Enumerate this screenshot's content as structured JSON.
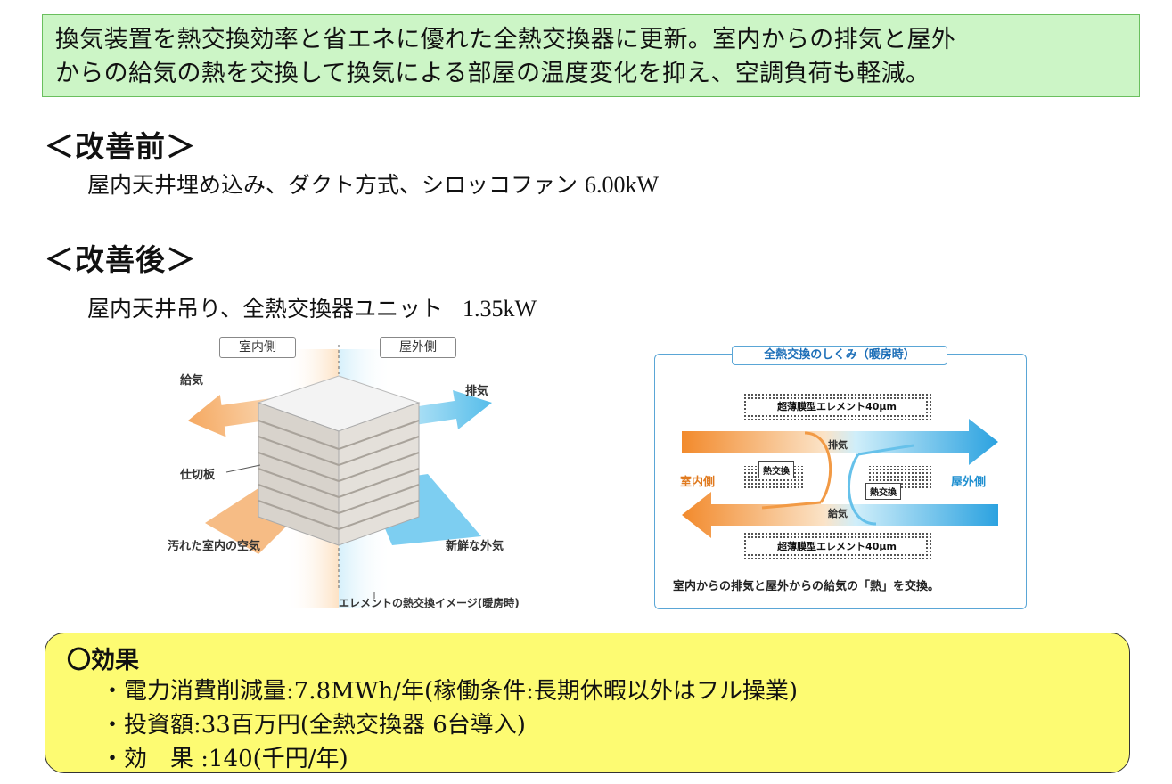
{
  "intro": {
    "line1": "換気装置を熱交換効率と省エネに優れた全熱交換器に更新。室内からの排気と屋外",
    "line2": "からの給気の熱を交換して換気による部屋の温度変化を抑え、空調負荷も軽減。"
  },
  "before": {
    "heading": "＜改善前＞",
    "desc": "屋内天井埋め込み、ダクト方式、シロッコファン",
    "power": "6.00kW"
  },
  "after": {
    "heading": "＜改善後＞",
    "desc": "屋内天井吊り、全熱交換器ユニット",
    "power": "1.35kW"
  },
  "figure_left": {
    "indoor_tag": "室内側",
    "outdoor_tag": "屋外側",
    "supply": "給気",
    "exhaust": "排気",
    "partition": "仕切板",
    "dirty_air": "汚れた室内の空気",
    "fresh_air": "新鮮な外気",
    "caption": "エレメントの熱交換イメージ(暖房時)"
  },
  "figure_right": {
    "title": "全熱交換のしくみ（暖房時）",
    "element_top": "超薄膜型エレメント40μm",
    "element_bottom": "超薄膜型エレメント40μm",
    "exhaust": "排気",
    "supply": "給気",
    "heat_exchange_1": "熱交換",
    "heat_exchange_2": "熱交換",
    "indoor": "室内側",
    "outdoor": "屋外側",
    "caption": "室内からの排気と屋外からの給気の「熱」を交換。"
  },
  "effect": {
    "title": "〇効果",
    "items": [
      "・電力消費削減量:7.8MWh/年(稼働条件:長期休暇以外はフル操業)",
      "・投資額:33百万円(全熱交換器 6台導入)",
      "・効　果 :140(千円/年)"
    ]
  },
  "colors": {
    "intro_bg": "#ccf5c6",
    "effect_bg": "#fdfb72",
    "orange": "#f0a050",
    "blue": "#3aaee6"
  }
}
